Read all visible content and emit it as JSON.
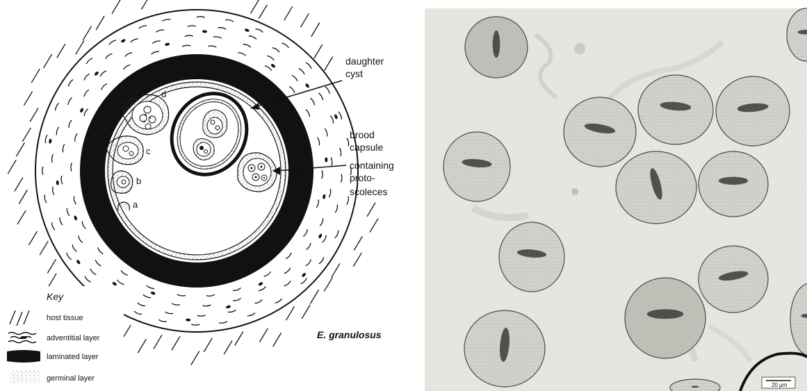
{
  "labels": {
    "daughter_cyst": [
      "daughter",
      "cyst"
    ],
    "brood_capsule": [
      "brood",
      "capsule",
      "containing",
      "proto-",
      "scoleces"
    ],
    "capsule_letters": [
      "d",
      "c",
      "b",
      "a"
    ]
  },
  "key": {
    "title": "Key",
    "items": [
      "host tissue",
      "adventitial layer",
      "laminated layer",
      "germinal layer"
    ]
  },
  "species": "E. granulosus",
  "micrograph": {
    "scale_bar": "20 µm"
  },
  "colors": {
    "ink": "#111111",
    "micrograph_bg": "#e6e6e1",
    "protoscolex_fill": "#d2d2cc",
    "hooks": "#3a3a3a"
  }
}
